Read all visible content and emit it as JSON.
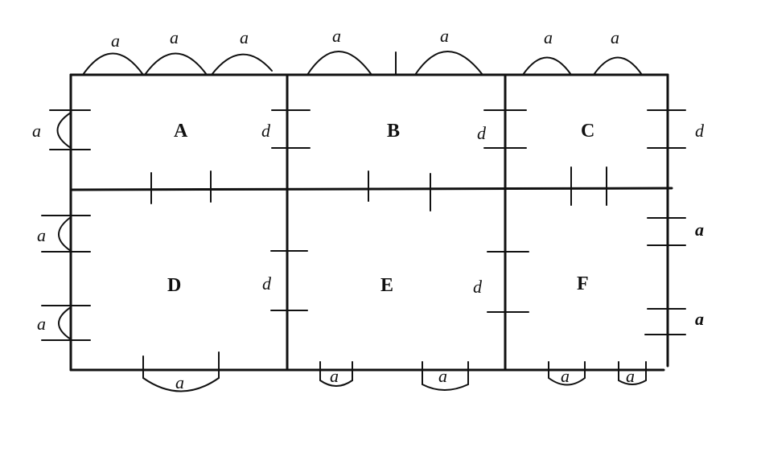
{
  "rooms": [
    {
      "id": "A",
      "label": "A"
    },
    {
      "id": "B",
      "label": "B"
    },
    {
      "id": "C",
      "label": "C"
    },
    {
      "id": "D",
      "label": "D"
    },
    {
      "id": "E",
      "label": "E"
    },
    {
      "id": "F",
      "label": "F"
    }
  ],
  "labels": {
    "window": "a",
    "door": "d"
  }
}
